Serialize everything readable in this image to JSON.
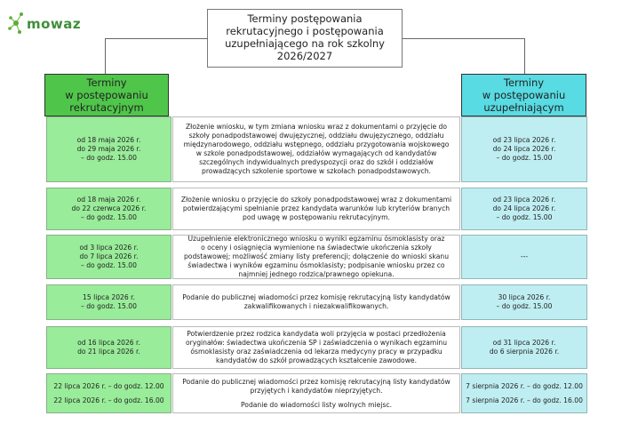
{
  "logo": {
    "text": "mowaz"
  },
  "title": {
    "lines": [
      "Terminy postępowania",
      "rekrutacyjnego i postępowania",
      "uzupełniającego na rok szkolny",
      "2026/2027"
    ]
  },
  "headers": {
    "left": [
      "Terminy",
      "w postępowaniu",
      "rekrutacyjnym"
    ],
    "right": [
      "Terminy",
      "w postępowaniu",
      "uzupełniającym"
    ]
  },
  "colors": {
    "left_header": "#4fc64a",
    "left_cell": "#99ec99",
    "right_header": "#58dbe3",
    "right_cell": "#bfeef2"
  },
  "rows": [
    {
      "left": [
        "od 18 maja 2026 r.",
        "do 29 maja 2026 r.",
        "– do godz. 15.00"
      ],
      "middle": [
        "Złożenie wniosku, w tym zmiana wniosku wraz z dokumentami o przyjęcie do",
        "szkoły ponadpodstawowej dwujęzycznej, oddziału dwujęzycznego, oddziału",
        "międzynarodowego, oddziału wstępnego, oddziału przygotowania wojskowego",
        "w szkole ponadpodstawowej, oddziałów wymagających od kandydatów",
        "szczególnych indywidualnych predyspozycji oraz do szkół i oddziałów",
        "prowadzących szkolenie sportowe w szkołach ponadpodstawowych."
      ],
      "right": [
        "od 23 lipca 2026 r.",
        "do 24 lipca 2026 r.",
        "– do godz. 15.00"
      ]
    },
    {
      "left": [
        "od 18 maja 2026 r.",
        "do 22 czerwca 2026 r.",
        "– do godz. 15.00"
      ],
      "middle": [
        "Złożenie wniosku o przyjęcie do szkoły ponadpodstawowej wraz z dokumentami",
        "potwierdzającymi spełnianie przez kandydata warunków lub kryteriów branych",
        "pod uwagę w postępowaniu rekrutacyjnym."
      ],
      "right": [
        "od 23 lipca 2026 r.",
        "do 24 lipca 2026 r.",
        "– do godz. 15.00"
      ]
    },
    {
      "left": [
        "od 3 lipca 2026 r.",
        "do 7 lipca 2026 r.",
        "– do godz. 15.00"
      ],
      "middle": [
        "Uzupełnienie elektronicznego wniosku o wyniki egzaminu ósmoklasisty oraz",
        "o oceny i osiągnięcia wymienione na świadectwie ukończenia szkoły",
        "podstawowej; możliwość zmiany listy preferencji; dołączenie do wnioski skanu",
        "świadectwa i wyników egzaminu ósmoklasisty; podpisanie wniosku przez co",
        "najmniej jednego rodzica/prawnego opiekuna."
      ],
      "right": [
        "---"
      ]
    },
    {
      "left": [
        "15 lipca 2026 r.",
        "– do godz. 15.00"
      ],
      "middle": [
        "Podanie do publicznej wiadomości przez komisję rekrutacyjną listy kandydatów",
        "zakwalifikowanych i niezakwalifikowanych."
      ],
      "right": [
        "30 lipca 2026 r.",
        "– do godz. 15.00"
      ]
    },
    {
      "left": [
        "od 16 lipca 2026 r.",
        "do 21 lipca 2026 r."
      ],
      "middle": [
        "Potwierdzenie przez rodzica kandydata woli przyjęcia w postaci przedłożenia",
        "oryginałów: świadectwa ukończenia SP i zaświadczenia o wynikach egzaminu",
        "ósmoklasisty oraz zaświadczenia od lekarza medycyny pracy w przypadku",
        "kandydatów do szkół prowadzących kształcenie zawodowe."
      ],
      "right": [
        "od 31 lipca 2026 r.",
        "do 6 sierpnia 2026 r."
      ]
    },
    {
      "left_a": "22 lipca 2026 r. – do godz. 12.00",
      "left_b": "22 lipca 2026 r. – do godz. 16.00",
      "middle_a": [
        "Podanie do publicznej wiadomości przez komisję rekrutacyjną listy kandydatów",
        "przyjętych i kandydatów nieprzyjętych."
      ],
      "middle_b": "Podanie do wiadomości listy wolnych miejsc.",
      "right_a": "7 sierpnia 2026 r. – do godz. 12.00",
      "right_b": "7 sierpnia 2026 r. – do godz. 16.00"
    }
  ]
}
